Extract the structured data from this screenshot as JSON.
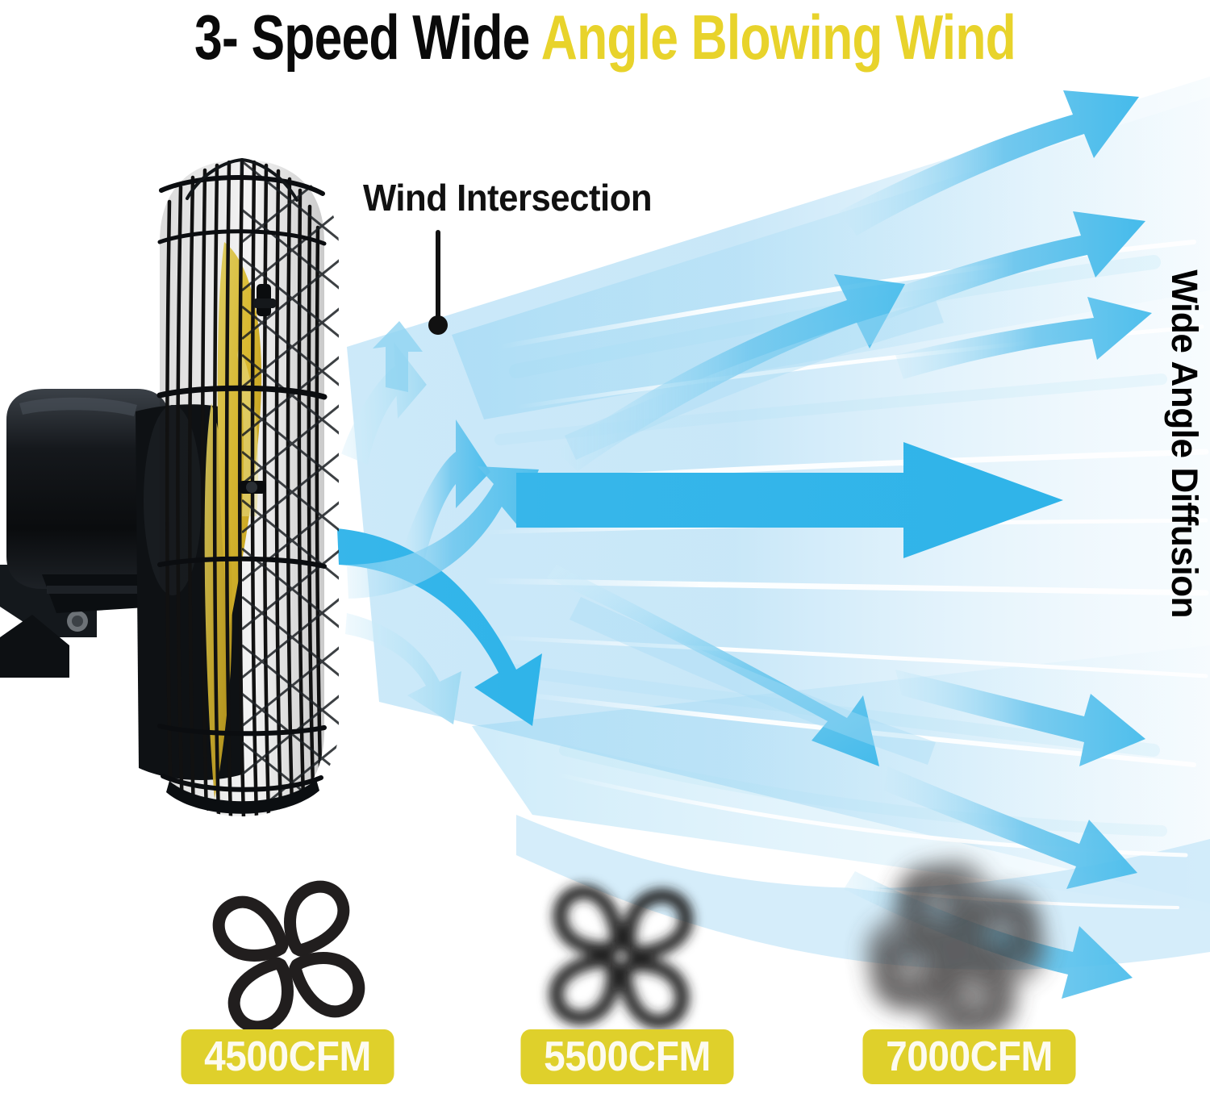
{
  "title": {
    "part_black": "3- Speed Wide ",
    "part_yellow": "Angle Blowing Wind",
    "black_color": "#0a0a0a",
    "yellow_color": "#E8D32B"
  },
  "annotations": {
    "wind_intersection": "Wind Intersection",
    "wide_angle_diffusion": "Wide Angle Diffusion"
  },
  "product": {
    "type": "wall-mount industrial fan",
    "housing_color": "#111111",
    "blade_color": "#E8C83C",
    "cage_color": "#1a1a1a"
  },
  "airflow": {
    "arrow_color_strong": "#2FB4E9",
    "arrow_color_mid": "#6FC9EE",
    "arrow_color_light": "#A8DCF4",
    "cone_color": "#BFE3F7",
    "streak_color": "#FFFFFF"
  },
  "speeds": [
    {
      "id": "low",
      "label": "4500CFM",
      "blur": "none",
      "icon": "fan-blade-icon"
    },
    {
      "id": "medium",
      "label": "5500CFM",
      "blur": "medium",
      "icon": "fan-blade-icon"
    },
    {
      "id": "high",
      "label": "7000CFM",
      "blur": "heavy",
      "icon": "fan-blade-icon"
    }
  ],
  "badge": {
    "background": "#DFD02B",
    "text_color": "#FDFBF0"
  }
}
